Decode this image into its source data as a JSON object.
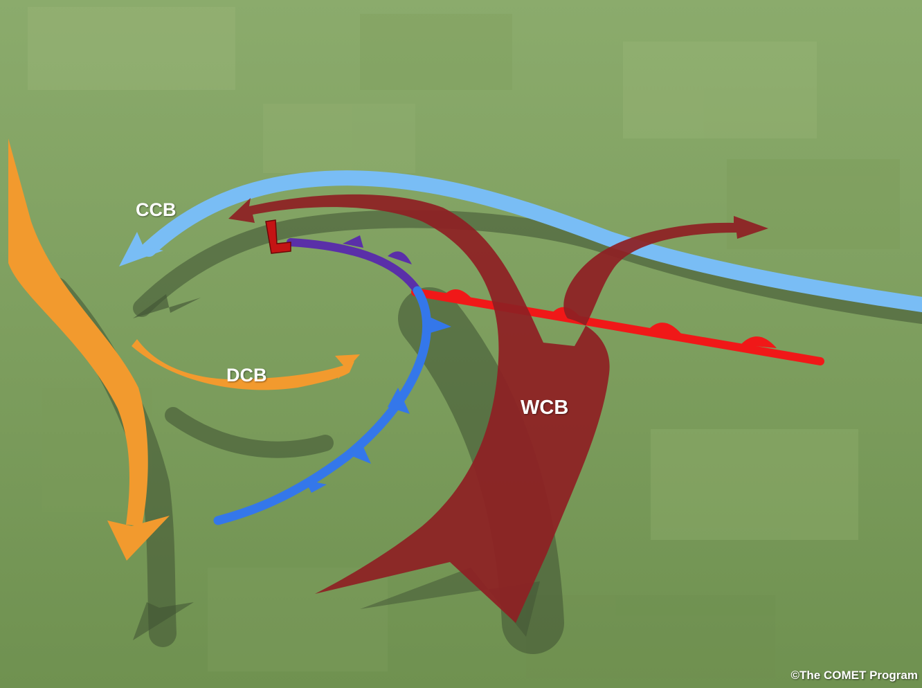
{
  "diagram": {
    "labels": {
      "ccb": "CCB",
      "dcb": "DCB",
      "wcb": "WCB",
      "low": "L"
    },
    "credit": "©The COMET Program",
    "colors": {
      "ground": "#86a566",
      "ccb_stream": "#79bdf5",
      "dcb_stream": "#f29a2e",
      "wcb_stream": "#8e2024",
      "cold_front": "#3477ea",
      "warm_front": "#f01818",
      "occluded_front": "#5a2fa8",
      "shadow": "#3f5233"
    }
  }
}
